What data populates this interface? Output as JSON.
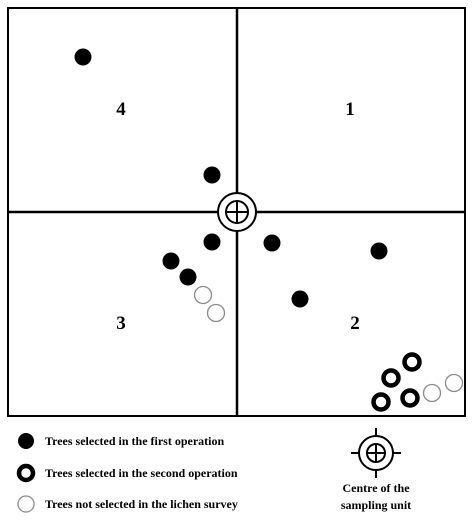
{
  "quadrants": {
    "q1": "1",
    "q2": "2",
    "q3": "3",
    "q4": "4"
  },
  "legend": {
    "first_operation": "Trees selected in the first operation",
    "second_operation": "Trees selected in the second operation",
    "not_selected": "Trees not selected in the lichen survey"
  },
  "centre_caption": {
    "line1": "Centre of the",
    "line2": "sampling unit"
  },
  "icons": {
    "first": "filled-black-circle",
    "second": "black-ring",
    "not_selected": "open-grey-circle",
    "centre": "crosshair-circle-plus"
  },
  "colors": {
    "ink": "#000000",
    "open_circle_stroke": "#8c8c8c"
  }
}
